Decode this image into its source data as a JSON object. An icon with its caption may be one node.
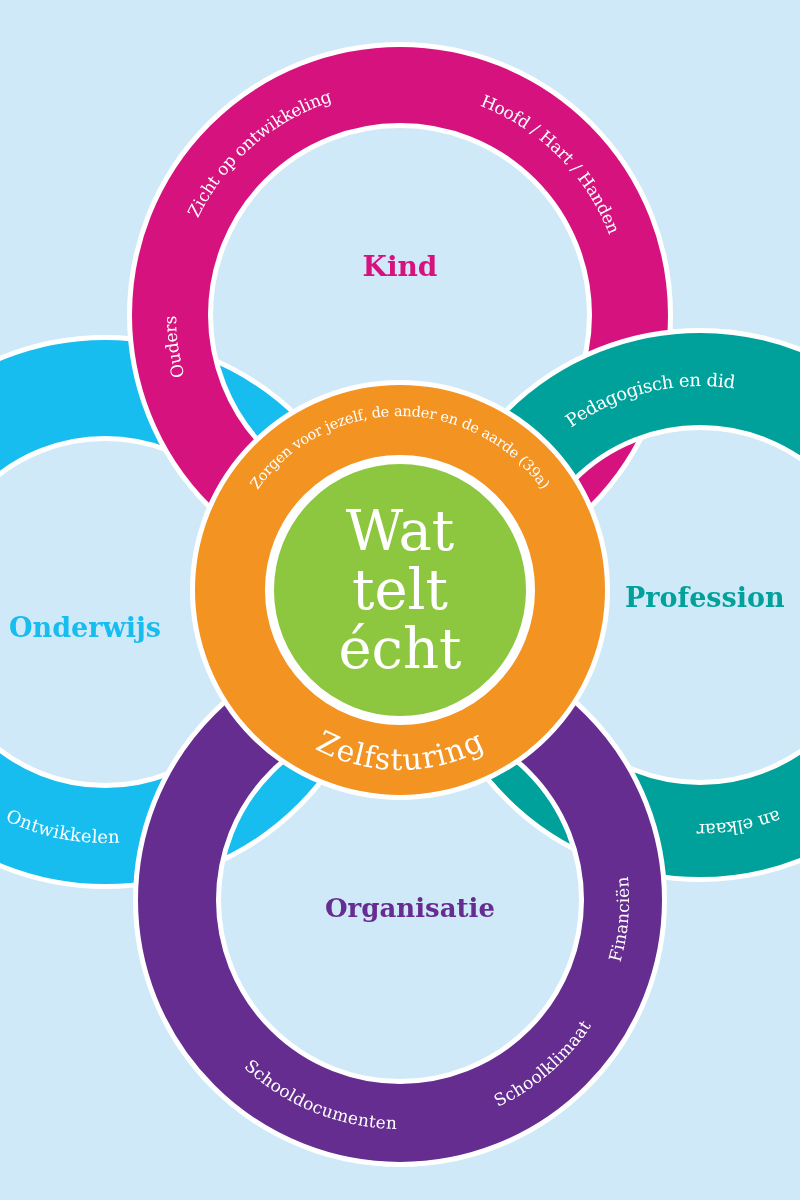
{
  "diagram": {
    "nodes": [
      {
        "text": [
          "Kind",
          "Ouders",
          "Zicht op ontwikkeling",
          "Hoofd / Hart / Handen"
        ]
      },
      {
        "text": [
          "Onderwijs",
          "Ontwikkelen"
        ]
      },
      {
        "text": [
          "Zorgen voor jezelf, de ander en de aarde (39a)",
          "Zelfsturing"
        ]
      },
      {
        "text": [
          "Wat telt écht"
        ],
        "in": 2
      },
      {
        "text": [
          "Pedagogisch en did",
          "Profession",
          "an elkaar"
        ]
      },
      {
        "text": [
          "Organisatie",
          "Schooldocumenten",
          "Schoolklimaat",
          "Financiën"
        ]
      }
    ],
    "edges": []
  }
}
